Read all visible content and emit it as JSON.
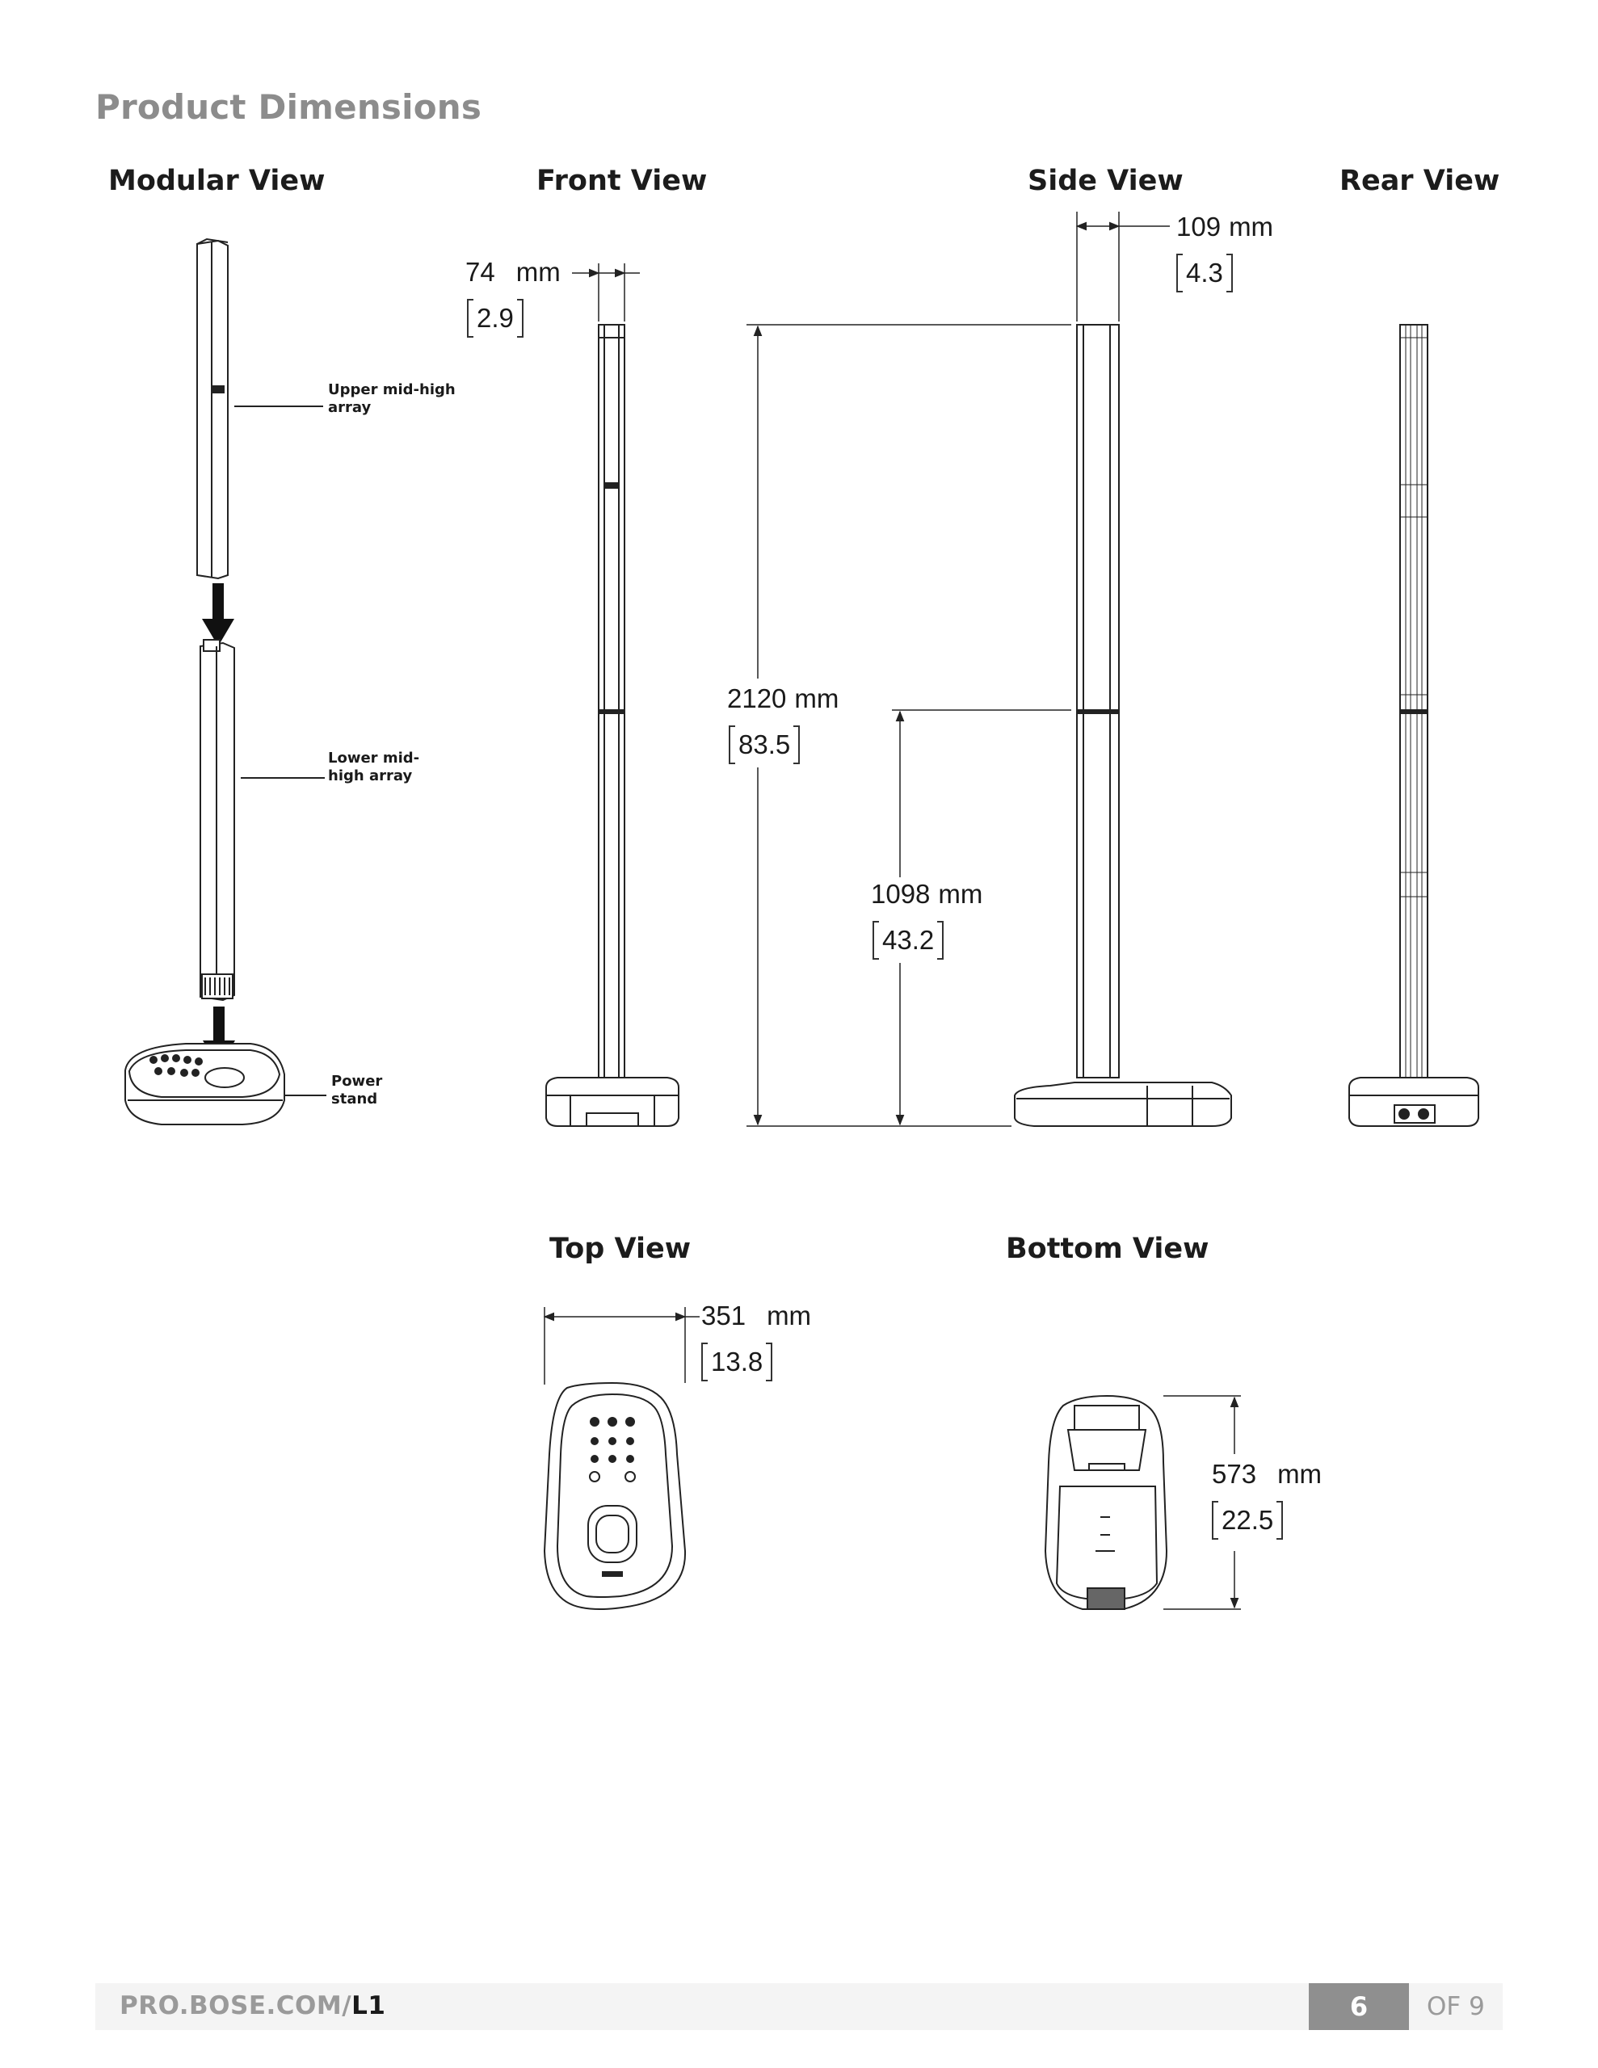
{
  "heading": "Product Dimensions",
  "views": {
    "modular": "Modular View",
    "front": "Front View",
    "side": "Side View",
    "rear": "Rear View",
    "top": "Top View",
    "bottom": "Bottom View"
  },
  "callouts": {
    "upper": "Upper mid-high\narray",
    "lower": "Lower mid-\nhigh array",
    "stand": "Power\nstand"
  },
  "dimensions": {
    "front_width": {
      "value": "74",
      "unit": "mm",
      "inches": "2.9"
    },
    "side_width": {
      "value": "109",
      "unit": "mm",
      "inches": "4.3"
    },
    "total_height": {
      "value": "2120",
      "unit": "mm",
      "inches": "83.5"
    },
    "lower_height": {
      "value": "1098",
      "unit": "mm",
      "inches": "43.2"
    },
    "base_width": {
      "value": "351",
      "unit": "mm",
      "inches": "13.8"
    },
    "base_depth": {
      "value": "573",
      "unit": "mm",
      "inches": "22.5"
    }
  },
  "footer": {
    "url_prefix": "PRO.BOSE.COM/",
    "url_suffix": "L1",
    "page": "6",
    "of": "OF 9"
  }
}
